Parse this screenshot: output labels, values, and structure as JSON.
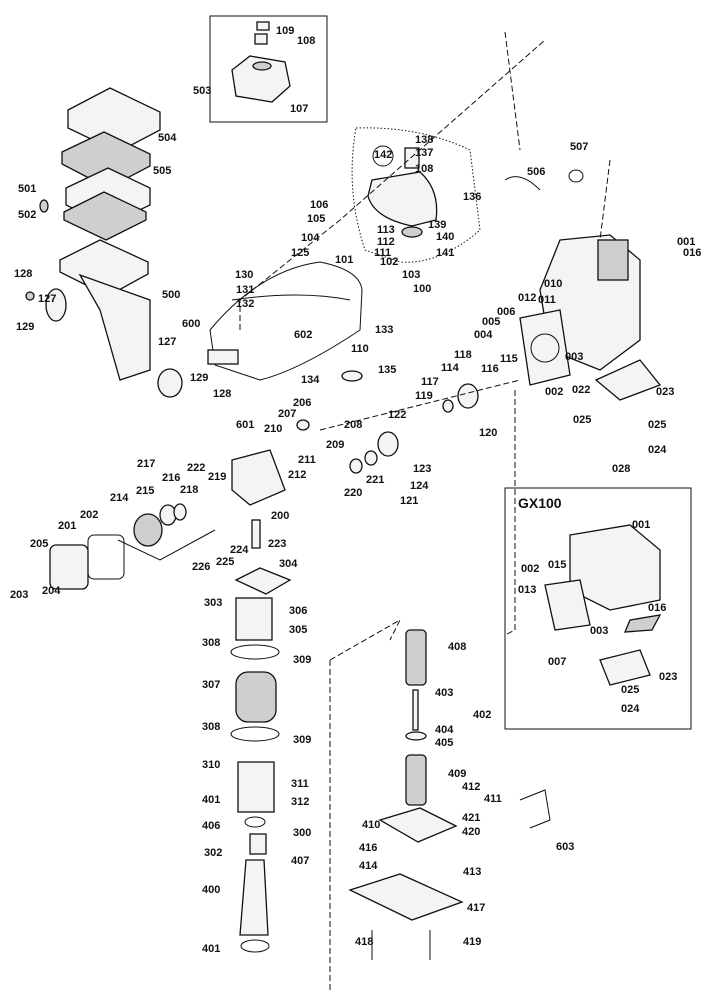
{
  "diagram": {
    "inset_title": "GX100",
    "labels": [
      "109",
      "108",
      "107",
      "503",
      "504",
      "505",
      "501",
      "502",
      "128",
      "127",
      "129",
      "500",
      "130",
      "131",
      "132",
      "125",
      "106",
      "105",
      "104",
      "113",
      "112",
      "111",
      "101",
      "102",
      "103",
      "100",
      "142",
      "138",
      "137",
      "108",
      "136",
      "139",
      "140",
      "141",
      "506",
      "507",
      "001",
      "016",
      "010",
      "011",
      "012",
      "006",
      "005",
      "004",
      "003",
      "002",
      "022",
      "023",
      "025",
      "025",
      "024",
      "028",
      "600",
      "602",
      "133",
      "110",
      "134",
      "135",
      "127",
      "129",
      "128",
      "601",
      "118",
      "116",
      "115",
      "114",
      "117",
      "119",
      "120",
      "122",
      "123",
      "124",
      "121",
      "220",
      "221",
      "207",
      "206",
      "208",
      "210",
      "209",
      "211",
      "212",
      "217",
      "216",
      "222",
      "219",
      "218",
      "215",
      "214",
      "200",
      "201",
      "202",
      "205",
      "203",
      "204",
      "223",
      "224",
      "225",
      "226",
      "304",
      "303",
      "306",
      "305",
      "308",
      "309",
      "307",
      "308",
      "309",
      "310",
      "311",
      "312",
      "401",
      "406",
      "300",
      "302",
      "407",
      "400",
      "401",
      "408",
      "403",
      "402",
      "404",
      "405",
      "409",
      "412",
      "411",
      "421",
      "420",
      "410",
      "416",
      "414",
      "413",
      "603",
      "417",
      "418",
      "419",
      "001",
      "002",
      "015",
      "013",
      "016",
      "003",
      "007",
      "023",
      "025",
      "024"
    ]
  }
}
